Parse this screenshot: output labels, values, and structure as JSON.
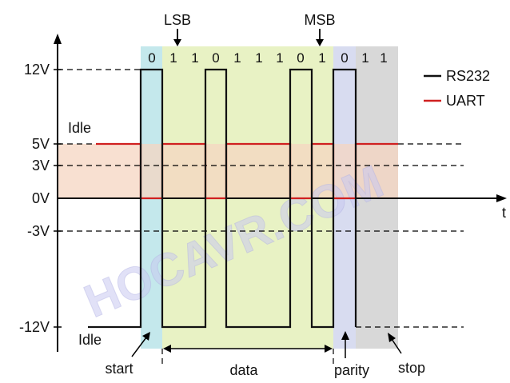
{
  "levels": {
    "v12": "12V",
    "v5": "5V",
    "v3": "3V",
    "v0": "0V",
    "vm3": "-3V",
    "vm12": "-12V"
  },
  "axis": {
    "time_label": "t"
  },
  "markers": {
    "lsb": "LSB",
    "msb": "MSB"
  },
  "bits": [
    "0",
    "1",
    "1",
    "0",
    "1",
    "1",
    "1",
    "0",
    "1",
    "0",
    "1",
    "1"
  ],
  "legend": {
    "rs232": "RS232",
    "uart": "UART",
    "rs232_color": "#111111",
    "uart_color": "#d02020"
  },
  "labels": {
    "idle_uart": "Idle",
    "idle_rs232": "Idle",
    "start": "start",
    "data": "data",
    "parity": "parity",
    "stop": "stop"
  },
  "watermark": "HOCAVR.COM",
  "region_colors": {
    "start": "#c4e8ec",
    "data": "#e8f2c4",
    "parity": "#d8dcf0",
    "stop": "#d8d8d8",
    "uart_band": "#f6d6c2"
  }
}
